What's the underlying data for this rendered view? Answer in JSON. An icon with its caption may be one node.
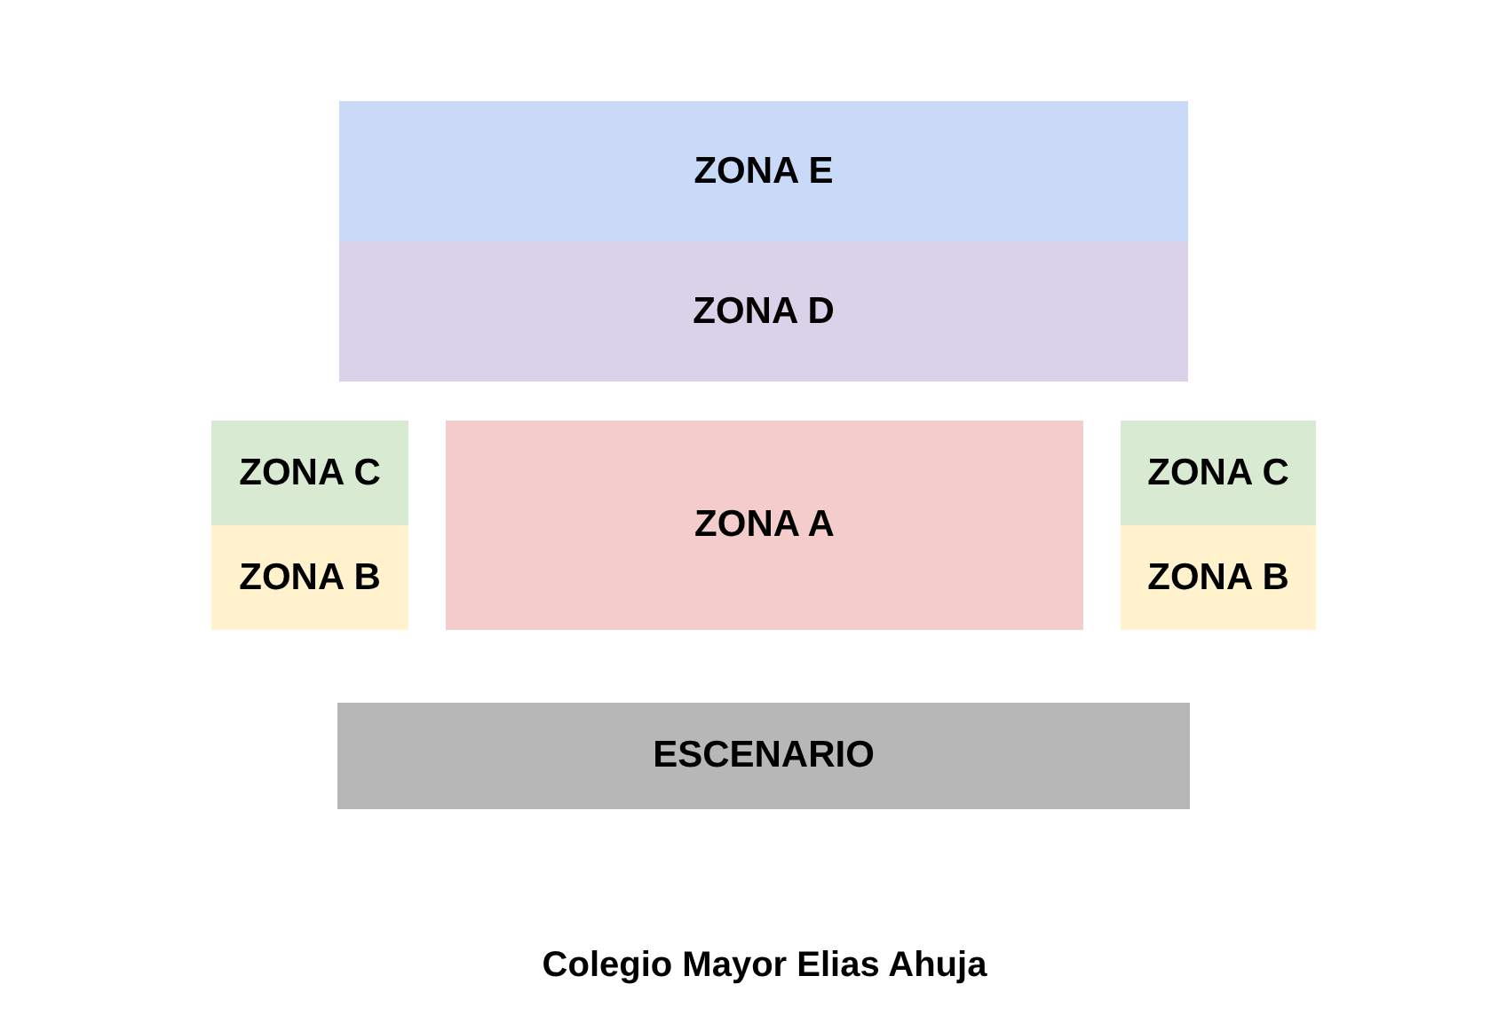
{
  "diagram": {
    "caption": "Colegio Mayor Elias Ahuja",
    "nodes": [
      {
        "text": [
          "ZONA E"
        ]
      },
      {
        "text": [
          "ZONA D"
        ]
      },
      {
        "text": [
          "ZONA C"
        ]
      },
      {
        "text": [
          "ZONA A"
        ]
      },
      {
        "text": [
          "ZONA C"
        ]
      },
      {
        "text": [
          "ZONA B"
        ]
      },
      {
        "text": [
          "ZONA B"
        ]
      },
      {
        "text": [
          "ESCENARIO"
        ]
      }
    ]
  }
}
